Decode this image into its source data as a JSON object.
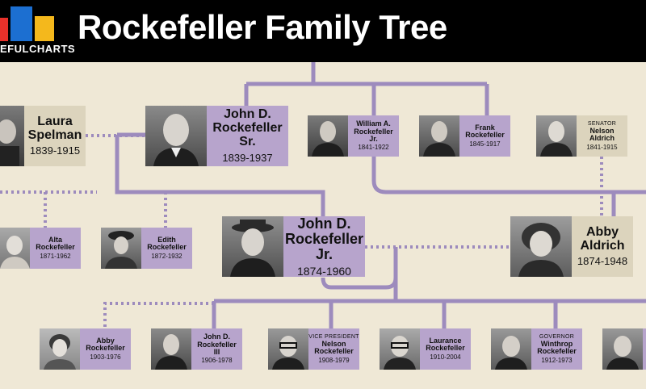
{
  "header": {
    "logo_text": "EFULCHARTS",
    "title": "Rockefeller Family Tree",
    "colors": {
      "red": "#e8312a",
      "blue": "#1c6fd1",
      "yellow": "#f4b81c"
    }
  },
  "people": {
    "laura_spelman": {
      "name_line1": "Laura",
      "name_line2": "Spelman",
      "years": "1839-1915"
    },
    "jdr_sr": {
      "name_line1": "John D.",
      "name_line2": "Rockefeller",
      "name_line3": "Sr.",
      "years": "1839-1937"
    },
    "william": {
      "name_line1": "William A.",
      "name_line2": "Rockefeller",
      "name_line3": "Jr.",
      "years": "1841-1922"
    },
    "frank": {
      "name_line1": "Frank",
      "name_line2": "Rockefeller",
      "years": "1845-1917"
    },
    "nelson_aldrich": {
      "prefix": "SENATOR",
      "name_line1": "Nelson",
      "name_line2": "Aldrich",
      "years": "1841-1915"
    },
    "alta": {
      "name_line1": "Alta",
      "name_line2": "Rockefeller",
      "years": "1871-1962"
    },
    "edith": {
      "name_line1": "Edith",
      "name_line2": "Rockefeller",
      "years": "1872-1932"
    },
    "jdr_jr": {
      "name_line1": "John D.",
      "name_line2": "Rockefeller",
      "name_line3": "Jr.",
      "years": "1874-1960"
    },
    "abby_aldrich": {
      "name_line1": "Abby",
      "name_line2": "Aldrich",
      "years": "1874-1948"
    },
    "abby_r": {
      "name_line1": "Abby",
      "name_line2": "Rockefeller",
      "years": "1903-1976"
    },
    "jdr_iii": {
      "name_line1": "John D.",
      "name_line2": "Rockefeller",
      "name_line3": "III",
      "years": "1906-1978"
    },
    "nelson_r": {
      "prefix": "VICE PRESIDENT",
      "name_line1": "Nelson",
      "name_line2": "Rockefeller",
      "years": "1908-1979"
    },
    "laurance": {
      "name_line1": "Laurance",
      "name_line2": "Rockefeller",
      "years": "1910-2004"
    },
    "winthrop": {
      "prefix": "GOVERNOR",
      "name_line1": "Winthrop",
      "name_line2": "Rockefeller",
      "years": "1912-1973"
    }
  },
  "colors": {
    "line": "#9d8bbd",
    "lavender": "#b7a4cc",
    "tan": "#dcd4bd",
    "background": "#efe8d6"
  }
}
